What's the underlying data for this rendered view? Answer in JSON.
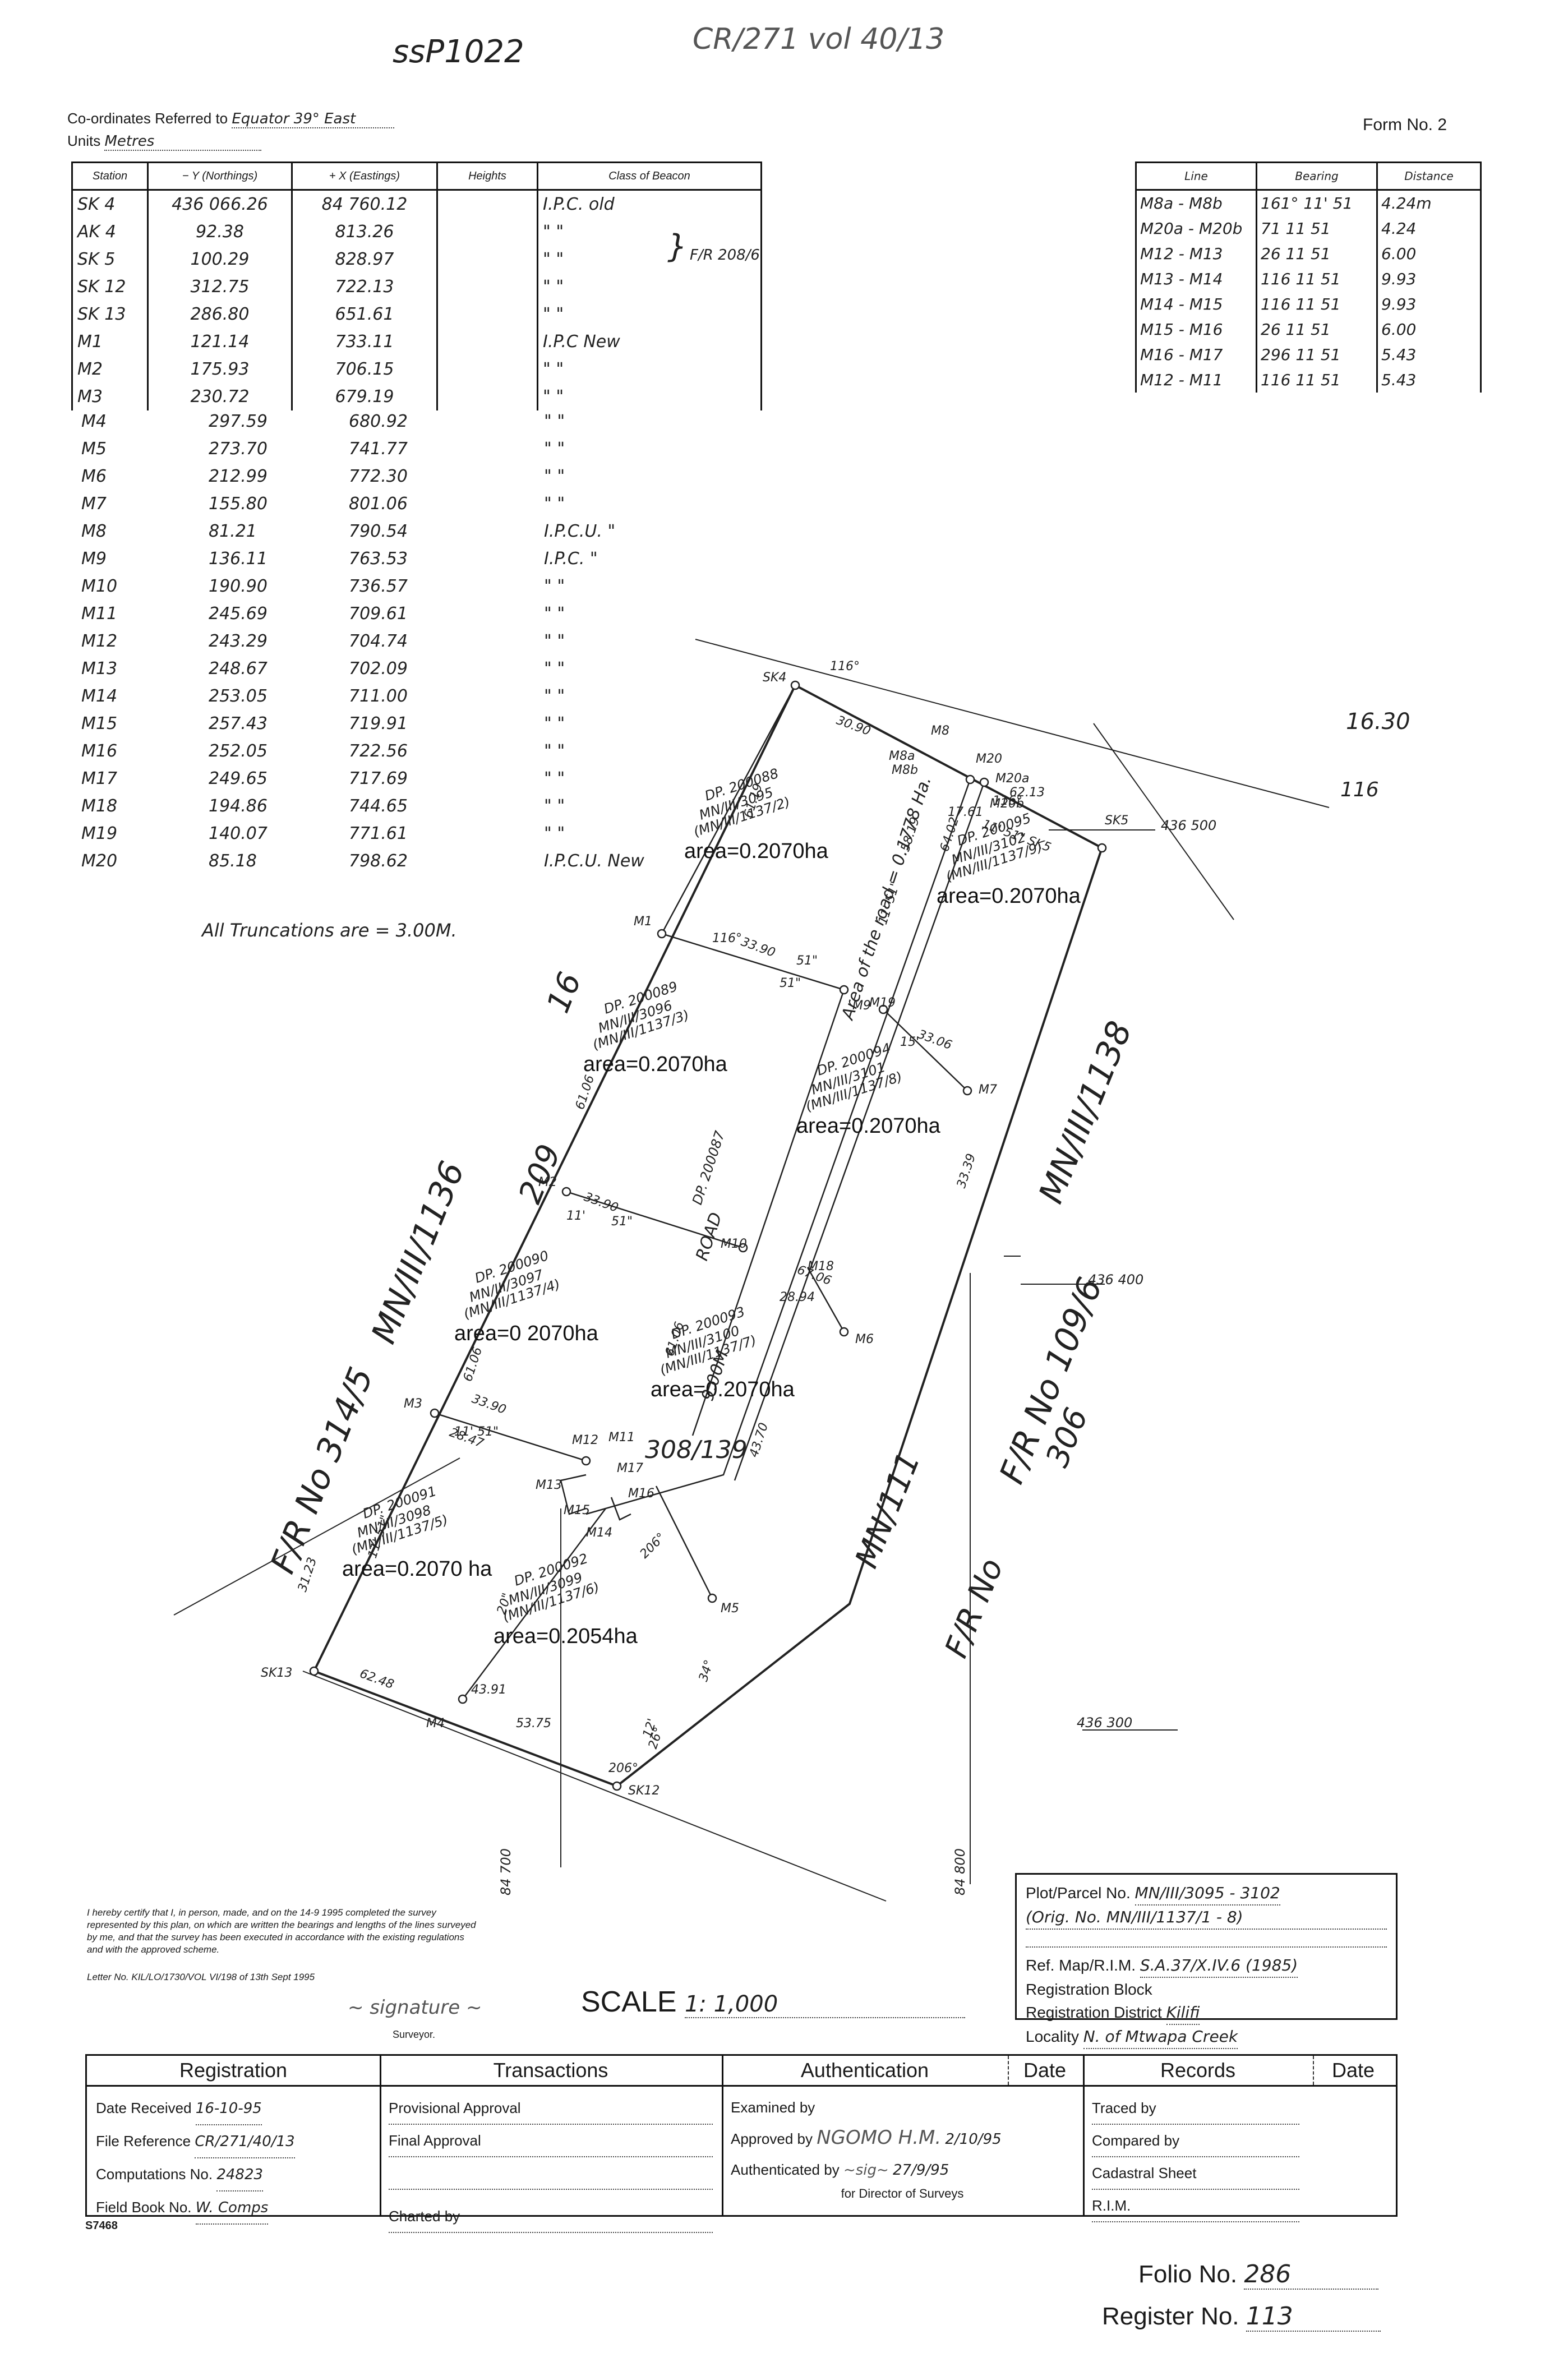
{
  "header": {
    "ref_mark": "ssP1022",
    "cr_note": "CR/271 vol 40/13",
    "coordinates_label": "Co-ordinates Referred to",
    "coordinates_value": "Equator 39° East",
    "units_label": "Units",
    "units_value": "Metres",
    "form_no": "Form No. 2"
  },
  "coord_table": {
    "headers": [
      "Station",
      "− Y (Northings)",
      "+ X (Eastings)",
      "Heights",
      "Class of Beacon"
    ],
    "rows": [
      {
        "station": "SK 4",
        "y": "436 066.26",
        "x": "84 760.12",
        "cls": "I.P.C. old"
      },
      {
        "station": "AK 4",
        "y": "92.38",
        "x": "813.26",
        "cls": "\" \""
      },
      {
        "station": "SK 5",
        "y": "100.29",
        "x": "828.97",
        "cls": "\" \""
      },
      {
        "station": "SK 12",
        "y": "312.75",
        "x": "722.13",
        "cls": "\" \""
      },
      {
        "station": "SK 13",
        "y": "286.80",
        "x": "651.61",
        "cls": "\" \""
      },
      {
        "station": "M1",
        "y": "121.14",
        "x": "733.11",
        "cls": "I.P.C New"
      },
      {
        "station": "M2",
        "y": "175.93",
        "x": "706.15",
        "cls": "\" \""
      },
      {
        "station": "M3",
        "y": "230.72",
        "x": "679.19",
        "cls": "\" \""
      },
      {
        "station": "M4",
        "y": "297.59",
        "x": "680.92",
        "cls": "\" \""
      },
      {
        "station": "M5",
        "y": "273.70",
        "x": "741.77",
        "cls": "\" \""
      },
      {
        "station": "M6",
        "y": "212.99",
        "x": "772.30",
        "cls": "\" \""
      },
      {
        "station": "M7",
        "y": "155.80",
        "x": "801.06",
        "cls": "\" \""
      },
      {
        "station": "M8",
        "y": "81.21",
        "x": "790.54",
        "cls": "I.P.C.U. \""
      },
      {
        "station": "M9",
        "y": "136.11",
        "x": "763.53",
        "cls": "I.P.C. \""
      },
      {
        "station": "M10",
        "y": "190.90",
        "x": "736.57",
        "cls": "\" \""
      },
      {
        "station": "M11",
        "y": "245.69",
        "x": "709.61",
        "cls": "\" \""
      },
      {
        "station": "M12",
        "y": "243.29",
        "x": "704.74",
        "cls": "\" \""
      },
      {
        "station": "M13",
        "y": "248.67",
        "x": "702.09",
        "cls": "\" \""
      },
      {
        "station": "M14",
        "y": "253.05",
        "x": "711.00",
        "cls": "\" \""
      },
      {
        "station": "M15",
        "y": "257.43",
        "x": "719.91",
        "cls": "\" \""
      },
      {
        "station": "M16",
        "y": "252.05",
        "x": "722.56",
        "cls": "\" \""
      },
      {
        "station": "M17",
        "y": "249.65",
        "x": "717.69",
        "cls": "\" \""
      },
      {
        "station": "M18",
        "y": "194.86",
        "x": "744.65",
        "cls": "\" \""
      },
      {
        "station": "M19",
        "y": "140.07",
        "x": "771.61",
        "cls": "\" \""
      },
      {
        "station": "M20",
        "y": "85.18",
        "x": "798.62",
        "cls": "I.P.C.U. New"
      }
    ],
    "fr_note": "F/R 208/6",
    "truncations_note": "All Truncations are = 3.00M."
  },
  "lines_table": {
    "headers": [
      "Line",
      "Bearing",
      "Distance"
    ],
    "rows": [
      {
        "line": "M8a - M8b",
        "bearing": "161° 11' 51",
        "distance": "4.24m"
      },
      {
        "line": "M20a - M20b",
        "bearing": "71 11 51",
        "distance": "4.24"
      },
      {
        "line": "M12 - M13",
        "bearing": "26 11 51",
        "distance": "6.00"
      },
      {
        "line": "M13 - M14",
        "bearing": "116 11 51",
        "distance": "9.93"
      },
      {
        "line": "M14 - M15",
        "bearing": "116 11 51",
        "distance": "9.93"
      },
      {
        "line": "M15 - M16",
        "bearing": "26 11 51",
        "distance": "6.00"
      },
      {
        "line": "M16 - M17",
        "bearing": "296 11 51",
        "distance": "5.43"
      },
      {
        "line": "M12 - M11",
        "bearing": "116 11 51",
        "distance": "5.43"
      }
    ]
  },
  "plan": {
    "parcels": [
      {
        "mn": "MN/III/3095",
        "orig": "(MN/III/1137/2)",
        "area": "area=0.2070ha",
        "dp": "DP. 200088"
      },
      {
        "mn": "MN/III/3102",
        "orig": "(MN/III/1137/9)",
        "area": "area=0.2070ha",
        "dp": "DP. 200095"
      },
      {
        "mn": "MN/III/3096",
        "orig": "(MN/III/1137/3)",
        "area": "area=0.2070ha",
        "dp": "DP. 200089"
      },
      {
        "mn": "MN/III/3101",
        "orig": "(MN/III/1137/8)",
        "area": "area=0.2070ha",
        "dp": "DP. 200094"
      },
      {
        "mn": "MN/III/3097",
        "orig": "(MN/III/1137/4)",
        "area": "area=0 2070ha",
        "dp": "DP. 200090"
      },
      {
        "mn": "MN/III/3100",
        "orig": "(MN/III/1137/7)",
        "area": "area=0.2070ha",
        "dp": "DP. 200093"
      },
      {
        "mn": "MN/III/3098",
        "orig": "(MN/III/1137/5)",
        "area": "area=0.2070 ha",
        "dp": "DP. 200091"
      },
      {
        "mn": "MN/III/3099",
        "orig": "(MN/III/1137/6)",
        "area": "area=0.2054ha",
        "dp": "DP. 200092"
      }
    ],
    "road_label": "Area of the road = 0.1778 Ha.",
    "road_width": "9.00M",
    "road_word": "ROAD",
    "road_dp": "DP. 200087",
    "fr_308": "308/139",
    "text_west_1": "F/R No 314/5",
    "text_west_2": "MN/III/1136",
    "text_west_3": "209",
    "text_west_4": "16",
    "text_east_1": "MN/III/1138",
    "text_east_2": "F/R No 109/6",
    "text_east_3": "306",
    "text_east_4": "MN/111",
    "text_east_5": "F/R No",
    "grid_labels": [
      "436 500",
      "436 400",
      "436 300",
      "84 700",
      "84 800"
    ],
    "margin_marks": [
      "16.30",
      "116"
    ],
    "station_marks": [
      "SK4",
      "M8",
      "M8a",
      "M8b",
      "M20",
      "M20a",
      "M20b",
      "SK5",
      "M1",
      "M2",
      "M3",
      "M4",
      "M5",
      "M6",
      "M7",
      "M9",
      "M10",
      "M11",
      "M12",
      "M13",
      "M14",
      "M15",
      "M16",
      "M17",
      "M18",
      "M19",
      "SK12",
      "SK13"
    ],
    "measures": [
      "116°",
      "30.90",
      "116°",
      "51\"",
      "61.19",
      "33.90",
      "51\"",
      "116°",
      "58.19",
      "11' 51\"",
      "61.06",
      "33.90",
      "11'",
      "51\"",
      "61.06",
      "33.90",
      "11' 51\"",
      "61.06",
      "28.47",
      "11' 51\"",
      "62.48",
      "31.23",
      "26°",
      "206°",
      "20\"",
      "43.91",
      "53.75",
      "34°",
      "12'",
      "43.70",
      "206°",
      "67.06",
      "28.94",
      "33.06",
      "15'",
      "33.39",
      "64.02",
      "62.13",
      "11' 51\" SK5",
      "17.61",
      "41'"
    ]
  },
  "certificate": {
    "text": "I hereby certify that I, in person, made, and on the 14-9 1995 completed the survey represented by this plan, on which are written the bearings and lengths of the lines surveyed by me, and that the survey has been executed in accordance with the existing regulations and with the approved scheme.",
    "letter": "Letter No. KIL/LO/1730/VOL VI/198 of 13th Sept 1995",
    "surveyor_label": "Surveyor."
  },
  "scale": {
    "label": "SCALE",
    "value": "1: 1,000"
  },
  "parcel_box": {
    "plot_label": "Plot/Parcel No.",
    "plot_value": "MN/III/3095 - 3102",
    "plot_value2": "(Orig. No. MN/III/1137/1 - 8)",
    "ref_label": "Ref. Map/R.I.M.",
    "ref_value": "S.A.37/X.IV.6 (1985)",
    "block_label": "Registration Block",
    "district_label": "Registration District",
    "district_value": "Kilifi",
    "locality_label": "Locality",
    "locality_value": "N. of Mtwapa Creek"
  },
  "bottom": {
    "registration": {
      "title": "Registration",
      "date_received_label": "Date Received",
      "date_received": "16-10-95",
      "file_ref_label": "File Reference",
      "file_ref": "CR/271/40/13",
      "computations_label": "Computations No.",
      "computations": "24823",
      "field_book_label": "Field Book No.",
      "field_book": "W. Comps"
    },
    "transactions": {
      "title": "Transactions",
      "provisional": "Provisional Approval",
      "final": "Final Approval",
      "charted": "Charted by"
    },
    "authentication": {
      "title": "Authentication",
      "date_title": "Date",
      "examined": "Examined by",
      "approved": "Approved by",
      "approved_value": "NGOMO H.M.",
      "approved_date": "2/10/95",
      "authenticated": "Authenticated by",
      "authenticated_date": "27/9/95",
      "director": "for Director of Surveys"
    },
    "records": {
      "title": "Records",
      "date_title": "Date",
      "traced": "Traced by",
      "compared": "Compared by",
      "cadastral": "Cadastral Sheet",
      "rim": "R.I.M."
    },
    "form_code": "S7468",
    "folio_label": "Folio No.",
    "folio_value": "286",
    "register_label": "Register No.",
    "register_value": "113"
  }
}
